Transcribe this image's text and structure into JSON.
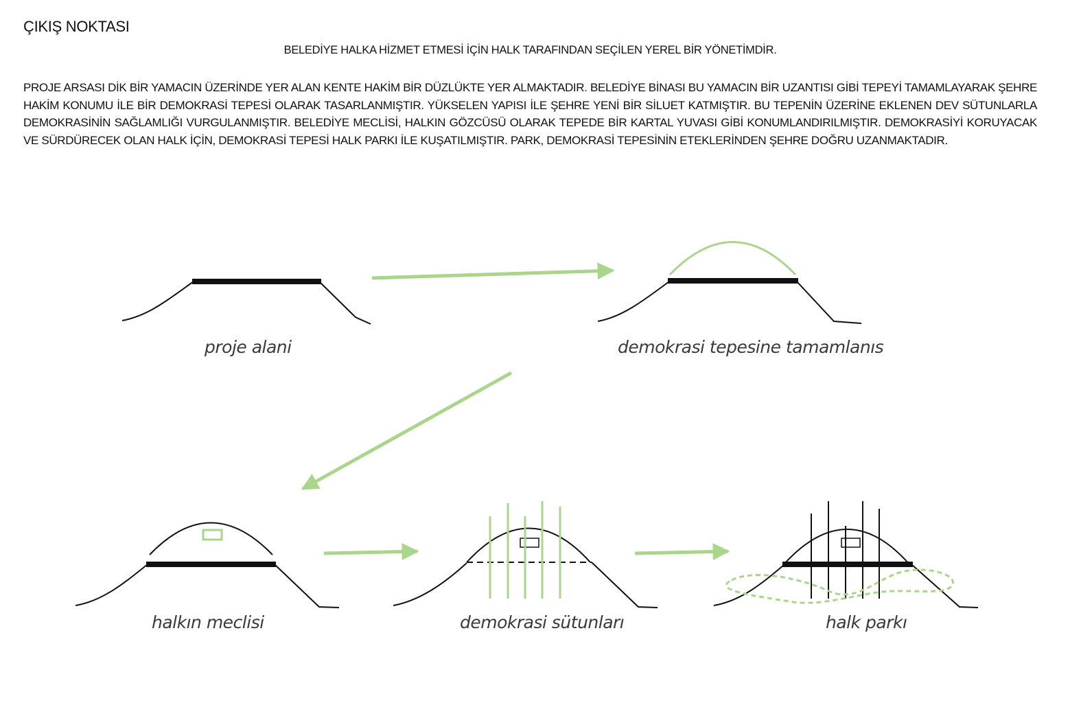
{
  "heading": "ÇIKIŞ NOKTASI",
  "subtitle": "BELEDİYE HALKA HİZMET ETMESİ İÇİN HALK TARAFINDAN SEÇİLEN YEREL BİR YÖNETİMDİR.",
  "paragraph": "PROJE ARSASI DİK BİR YAMACIN ÜZERİNDE YER ALAN KENTE HAKİM BİR DÜZLÜKTE YER ALMAKTADIR.  BELEDİYE BİNASI BU YAMACIN BİR UZANTISI GİBİ TEPEYİ TAMAMLAYARAK ŞEHRE HAKİM KONUMU İLE BİR DEMOKRASİ TEPESİ OLARAK TASARLANMIŞTIR. YÜKSELEN YAPISI İLE ŞEHRE YENİ BİR SİLUET KATMIŞTIR. BU TEPENİN ÜZERİNE EKLENEN DEV SÜTUNLARLA DEMOKRASİNİN SAĞLAMLIĞI VURGULANMIŞTIR. BELEDİYE MECLİSİ, HALKIN GÖZCÜSÜ OLARAK TEPEDE BİR KARTAL YUVASI GİBİ KONUMLANDIRILMIŞTIR. DEMOKRASİYİ KORUYACAK VE SÜRDÜRECEK OLAN HALK İÇİN, DEMOKRASİ TEPESİ HALK PARKI İLE KUŞATILMIŞTIR. PARK, DEMOKRASİ TEPESİNİN ETEKLERİNDEN ŞEHRE DOĞRU UZANMAKTADIR.",
  "colors": {
    "accent": "#a9d68a",
    "line": "#111111"
  },
  "steps": [
    {
      "caption": "proje alani"
    },
    {
      "caption": "demokrasi tepesine tamamlanıs"
    },
    {
      "caption": "halkın meclisi"
    },
    {
      "caption": "demokrasi sütunları"
    },
    {
      "caption": "halk parkı"
    }
  ]
}
